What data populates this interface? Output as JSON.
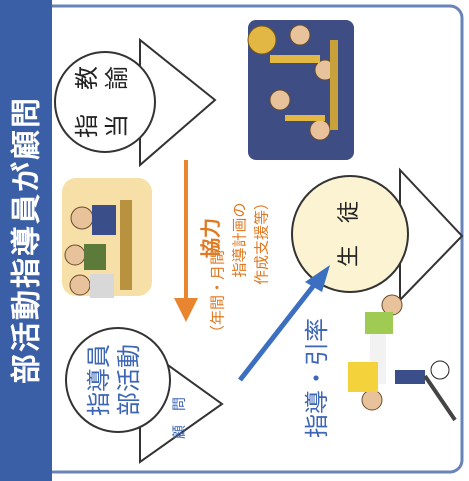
{
  "header": {
    "title": "部活動指導員が顧問"
  },
  "nodes": {
    "bukatsu": {
      "label_line1": "部活動",
      "label_line2": "指導員",
      "role": "顧　問"
    },
    "teacher": {
      "label_line1": "当　諭",
      "label_line2": "指　教"
    },
    "student": {
      "label": "生　徒"
    }
  },
  "arrows": {
    "cooperation": {
      "label": "協力",
      "note_line1": "（年間・月間",
      "note_line2": "指導計画の",
      "note_line3": "作成支援等）"
    },
    "guidance": {
      "label": "指導・引率"
    }
  },
  "colors": {
    "header_bg": "#3a5fa7",
    "header_text": "#ffffff",
    "frame_border": "#6a83b8",
    "student_circle_fill": "#fbf3d2",
    "orange_arrow": "#e9852f",
    "blue_arrow": "#3d6fc0",
    "cooperation_text": "#e07a22",
    "note_text": "#e07a22",
    "guidance_text": "#3d66b4"
  },
  "illustrations": {
    "meeting": "meeting-illustration",
    "band": "brass-band-illustration",
    "soccer": "soccer-players-illustration"
  }
}
